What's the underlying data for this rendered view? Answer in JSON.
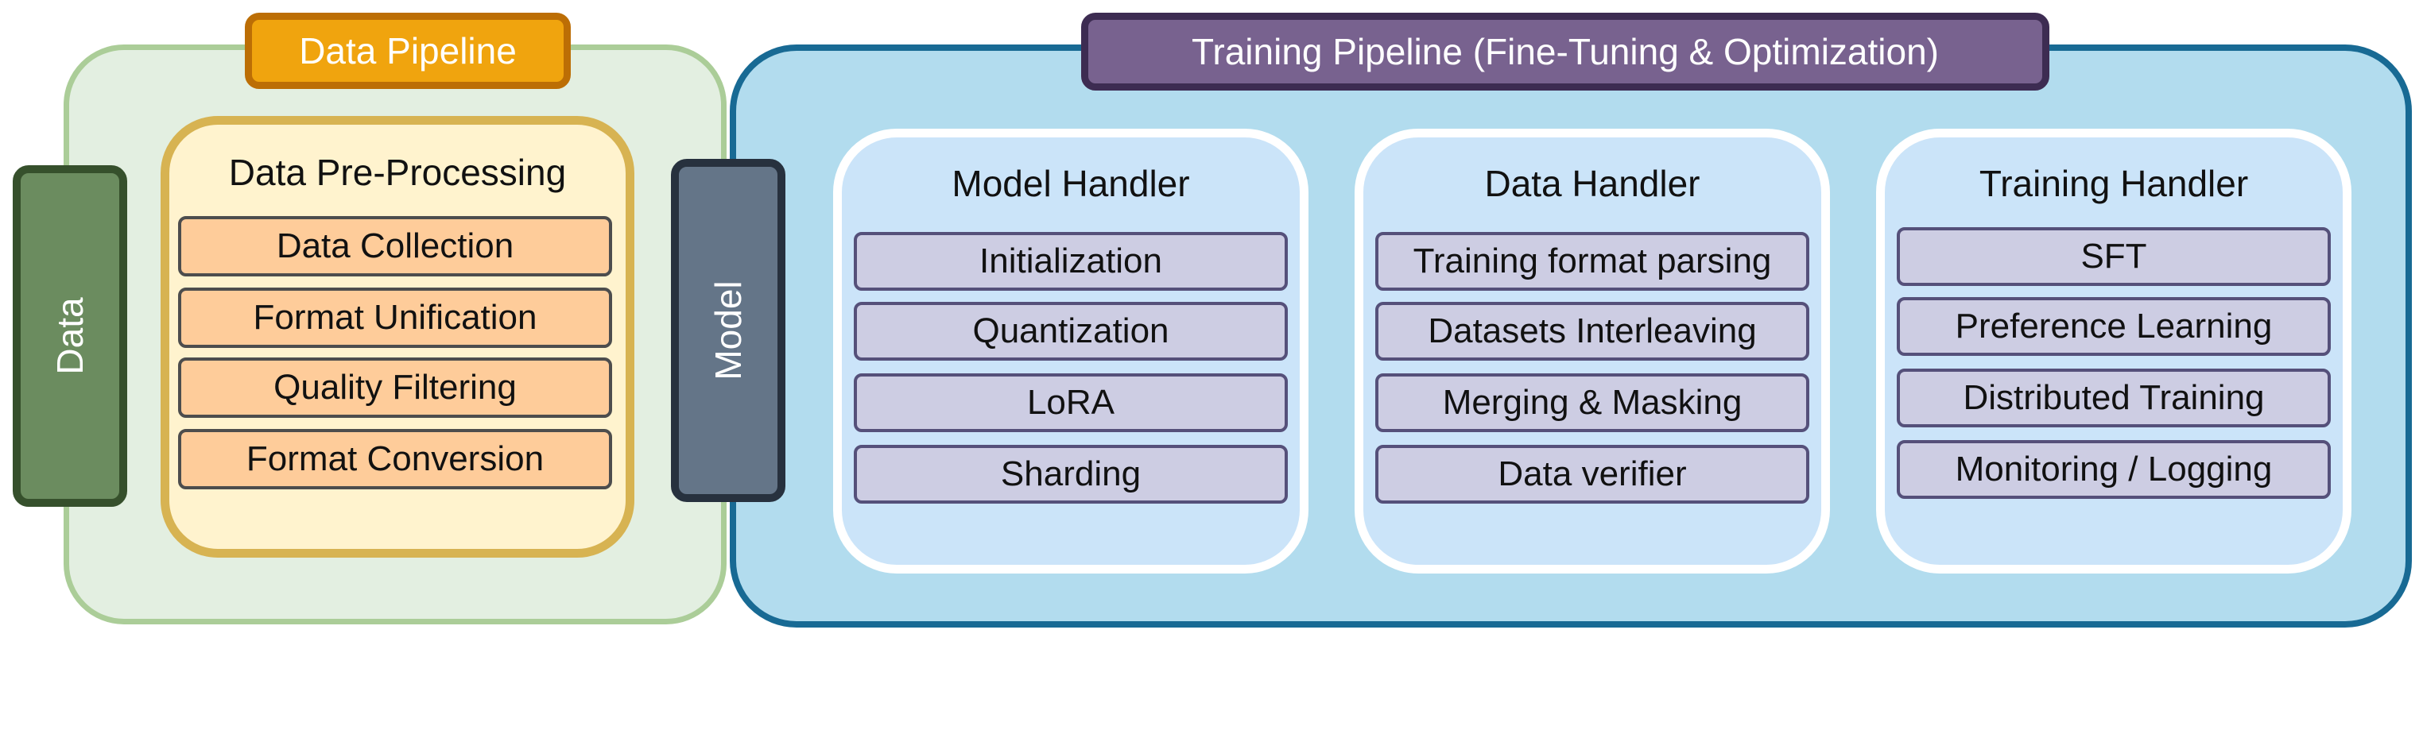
{
  "data_pipeline": {
    "title": "Data Pipeline",
    "side_label": "Data",
    "preprocessing": {
      "title": "Data Pre-Processing",
      "items": [
        "Data Collection",
        "Format Unification",
        "Quality Filtering",
        "Format Conversion"
      ]
    }
  },
  "training_pipeline": {
    "title": "Training Pipeline (Fine-Tuning & Optimization)",
    "side_label": "Model",
    "handlers": [
      {
        "title": "Model Handler",
        "items": [
          "Initialization",
          "Quantization",
          "LoRA",
          "Sharding"
        ]
      },
      {
        "title": "Data Handler",
        "items": [
          "Training format parsing",
          "Datasets Interleaving",
          "Merging & Masking",
          "Data verifier"
        ]
      },
      {
        "title": "Training Handler",
        "items": [
          "SFT",
          "Preference Learning",
          "Distributed Training",
          "Monitoring / Logging"
        ]
      }
    ]
  },
  "colors": {
    "data_pipeline_bg": "#e3efe1",
    "data_pipeline_border": "#abcd98",
    "data_pipeline_title_bg": "#f0a40e",
    "preprocess_bg": "#fff3ce",
    "preprocess_item_bg": "#fecc9a",
    "training_pipeline_bg": "#b2dcee",
    "training_pipeline_border": "#186a94",
    "training_pipeline_title_bg": "#78628f",
    "handler_bg": "#cbe4f9",
    "handler_item_bg": "#cdcde3",
    "data_tab_bg": "#6b8c5f",
    "model_tab_bg": "#647588"
  }
}
